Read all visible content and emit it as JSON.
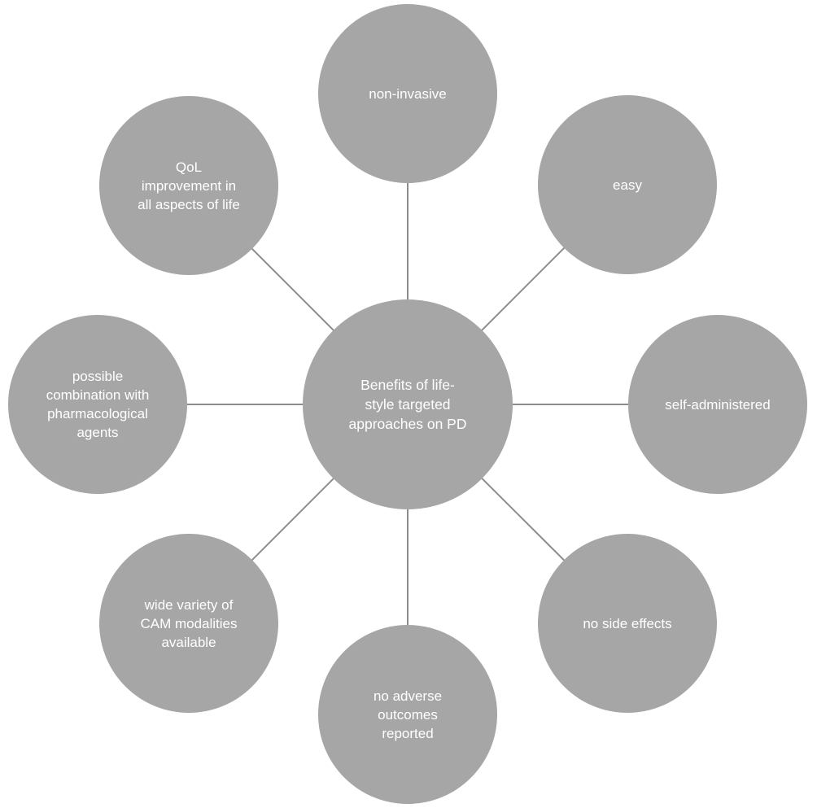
{
  "colors": {
    "node_fill": "#a6a6a6",
    "label_text": "#ffffff",
    "connector": "#8c8c8c",
    "background": "#ffffff"
  },
  "hub": {
    "label": "Benefits of life-\nstyle targeted\napproaches on PD"
  },
  "benefits": [
    {
      "id": "non-invasive",
      "label": "non-invasive"
    },
    {
      "id": "easy",
      "label": "easy"
    },
    {
      "id": "self-administered",
      "label": "self-administered"
    },
    {
      "id": "no-side-effects",
      "label": "no side effects"
    },
    {
      "id": "no-adverse-outcomes",
      "label": "no adverse\noutcomes\nreported"
    },
    {
      "id": "wide-variety-cam",
      "label": "wide variety of\nCAM modalities\navailable"
    },
    {
      "id": "pharmacological-combination",
      "label": "possible\ncombination with\npharmacological\nagents"
    },
    {
      "id": "qol-improvement",
      "label": "QoL\nimprovement in\nall aspects of life"
    }
  ]
}
